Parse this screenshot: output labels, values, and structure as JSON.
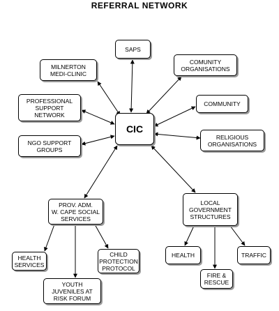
{
  "title": "REFERRAL NETWORK",
  "nodes": {
    "cic": "CIC",
    "saps": "SAPS",
    "milnerton": "MILNERTON\nMEDI-CLINIC",
    "comunity_orgs": "COMUNITY\nORGANISATIONS",
    "professional": "PROFESSIONAL\nSUPPORT\nNETWORK",
    "community": "COMMUNITY",
    "ngo": "NGO SUPPORT\nGROUPS",
    "religious": "RELIGIOUS\nORGANISATIONS",
    "prov_adm": "PROV. ADM.\nW. CAPE SOCIAL\nSERVICES",
    "local_gov": "LOCAL\nGOVERNMENT\nSTRUCTURES",
    "health_services": "HEALTH\nSERVICES",
    "child_protection": "CHILD\nPROTECTION\nPROTOCOL",
    "youth": "YOUTH\nJUVENILES AT\nRISK FORUM",
    "health": "HEALTH",
    "traffic": "TRAFFIC",
    "fire": "FIRE &\nRESCUE"
  }
}
